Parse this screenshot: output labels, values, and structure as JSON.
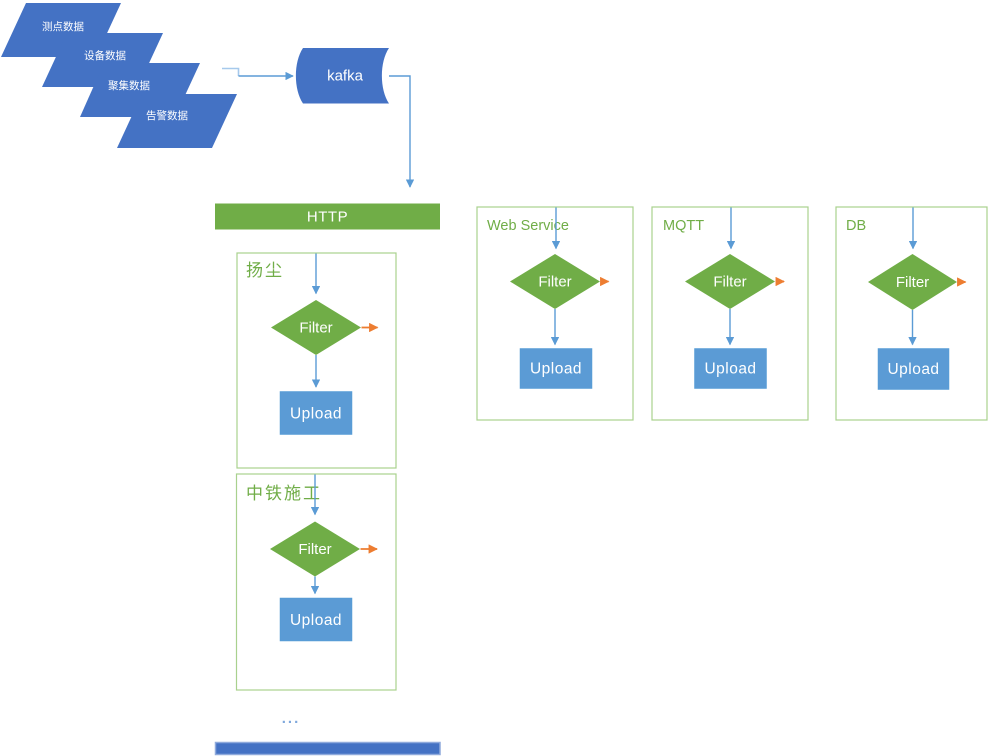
{
  "diagram": {
    "sources": [
      {
        "label": "测点数据"
      },
      {
        "label": "设备数据"
      },
      {
        "label": "聚集数据"
      },
      {
        "label": "告警数据"
      }
    ],
    "kafka": {
      "label": "kafka"
    },
    "http_channel": {
      "label": "HTTP",
      "groups": [
        {
          "label": "扬尘",
          "filter": "Filter",
          "upload": "Upload"
        },
        {
          "label": "中铁施工",
          "filter": "Filter",
          "upload": "Upload"
        }
      ],
      "ellipsis": "..."
    },
    "channels": [
      {
        "label": "Web Service",
        "filter": "Filter",
        "upload": "Upload"
      },
      {
        "label": "MQTT",
        "filter": "Filter",
        "upload": "Upload"
      },
      {
        "label": "DB",
        "filter": "Filter",
        "upload": "Upload"
      }
    ],
    "colors": {
      "shape_blue": "#4472C4",
      "upload_blue": "#5B9BD5",
      "green": "#70AD47",
      "group_border_green": "#A9D18E",
      "connector_blue": "#5B9BD5",
      "connector_light_blue": "#A6C9EC",
      "connector_orange": "#ED7D31",
      "bottom_bar_border": "#8FAADC",
      "ellipsis_blue": "#7FA8DC"
    }
  }
}
